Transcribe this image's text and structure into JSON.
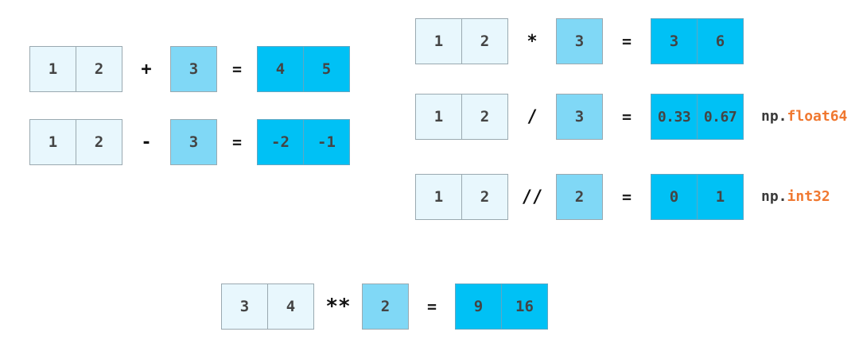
{
  "equations": {
    "add": {
      "left": [
        "1",
        "2"
      ],
      "op": "+",
      "scalar": "3",
      "eq": "=",
      "result": [
        "4",
        "5"
      ]
    },
    "sub": {
      "left": [
        "1",
        "2"
      ],
      "op": "-",
      "scalar": "3",
      "eq": "=",
      "result": [
        "-2",
        "-1"
      ]
    },
    "mul": {
      "left": [
        "1",
        "2"
      ],
      "op": "*",
      "scalar": "3",
      "eq": "=",
      "result": [
        "3",
        "6"
      ]
    },
    "div": {
      "left": [
        "1",
        "2"
      ],
      "op": "/",
      "scalar": "3",
      "eq": "=",
      "result": [
        "0.33",
        "0.67"
      ],
      "dtype_prefix": "np.",
      "dtype_name": "float64"
    },
    "floordiv": {
      "left": [
        "1",
        "2"
      ],
      "op": "//",
      "scalar": "2",
      "eq": "=",
      "result": [
        "0",
        "1"
      ],
      "dtype_prefix": "np.",
      "dtype_name": "int32"
    },
    "pow": {
      "left": [
        "3",
        "4"
      ],
      "op": "**",
      "scalar": "2",
      "eq": "=",
      "result": [
        "9",
        "16"
      ]
    }
  },
  "colors": {
    "input_cell": "#e8f7fd",
    "scalar_cell": "#80d8f6",
    "result_cell": "#00c1f5",
    "dtype_highlight": "#f07830"
  }
}
